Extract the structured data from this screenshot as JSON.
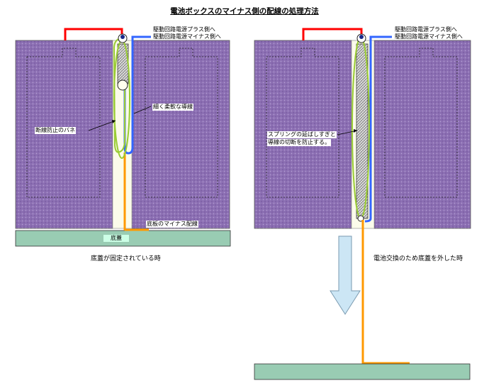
{
  "title": "電池ボックスのマイナス側の配線の処理方法",
  "left_panel": {
    "label_plus": "駆動回路電源プラス側へ",
    "label_minus": "駆動回路電源マイナス側へ",
    "label_soft_wire": "細く柔軟な導線",
    "label_kink_prevention": "断線防止のバネ",
    "label_bottom_wiring": "底板のマイナス配線",
    "label_base": "底蓋",
    "caption": "底蓋が固定されている時"
  },
  "right_panel": {
    "label_plus": "駆動回路電源プラス側へ",
    "label_minus": "駆動回路電源マイナス側へ",
    "label_spring_note_1": "スプリングの延ばしすぎと",
    "label_spring_note_2": "導線の切断を防止する。",
    "caption": "電池交換のため底蓋を外した時"
  },
  "colors": {
    "battery_fill": "#8c6fb3",
    "plus_wire": "#ff0000",
    "minus_wire": "#3366ff",
    "bottom_wire": "#ff9900",
    "spring": "#99cc33",
    "base_plate": "#99ccb3",
    "arrow": "#cce6f5"
  }
}
